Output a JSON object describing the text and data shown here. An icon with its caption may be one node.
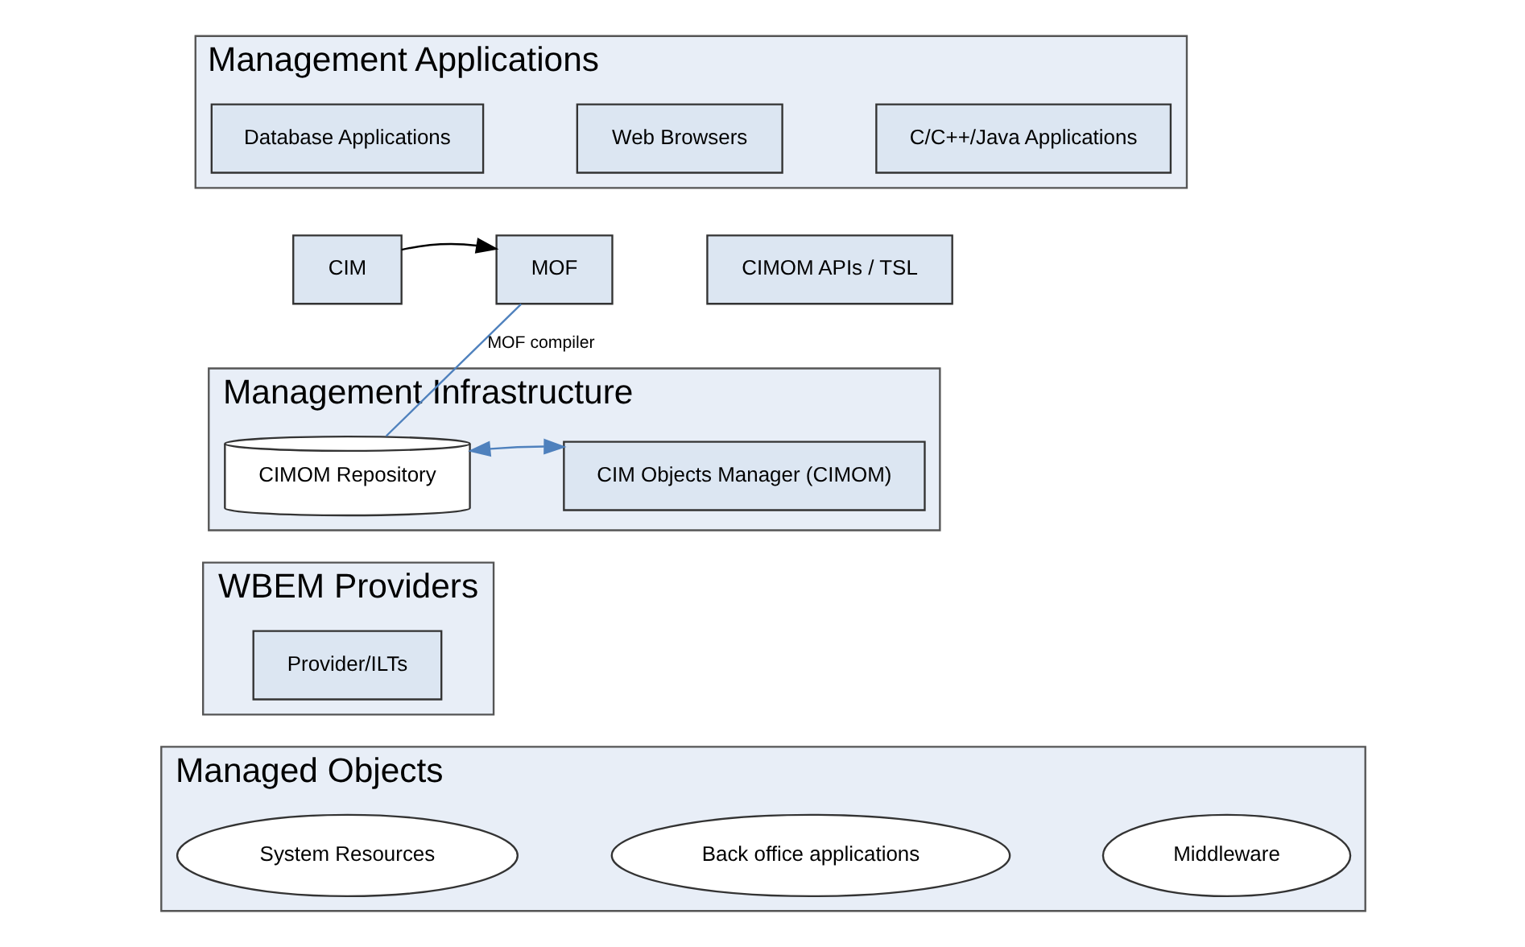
{
  "diagram": {
    "nodes": [
      {
        "text": [
          "Management Applications"
        ]
      },
      {
        "text": [
          "Database Applications"
        ],
        "in": 0
      },
      {
        "text": [
          "Web Browsers"
        ],
        "in": 0
      },
      {
        "text": [
          "C/C++/Java Applications"
        ],
        "in": 0
      },
      {
        "text": [
          "CIM"
        ]
      },
      {
        "text": [
          "MOF"
        ]
      },
      {
        "text": [
          "CIMOM APIs / TSL"
        ]
      },
      {
        "text": [
          "Management Infrastructure"
        ]
      },
      {
        "text": [
          "CIMOM Repository"
        ],
        "in": 7
      },
      {
        "text": [
          "CIM Objects Manager (CIMOM)"
        ],
        "in": 7
      },
      {
        "text": [
          "WBEM Providers"
        ]
      },
      {
        "text": [
          "Provider/ILTs"
        ],
        "in": 10
      },
      {
        "text": [
          "Managed Objects"
        ]
      },
      {
        "text": [
          "System Resources"
        ],
        "in": 12
      },
      {
        "text": [
          "Back office applications"
        ],
        "in": 12
      },
      {
        "text": [
          "Middleware"
        ],
        "in": 12
      }
    ],
    "edges": [
      {
        "from": 4,
        "to": 5,
        "arrow": "to",
        "color": "#000000"
      },
      {
        "from": 5,
        "to": 8,
        "arrow": "none",
        "label": "MOF compiler",
        "color": "#4f81bd"
      },
      {
        "from": 8,
        "to": 9,
        "arrow": "both",
        "color": "#4f81bd"
      }
    ]
  }
}
